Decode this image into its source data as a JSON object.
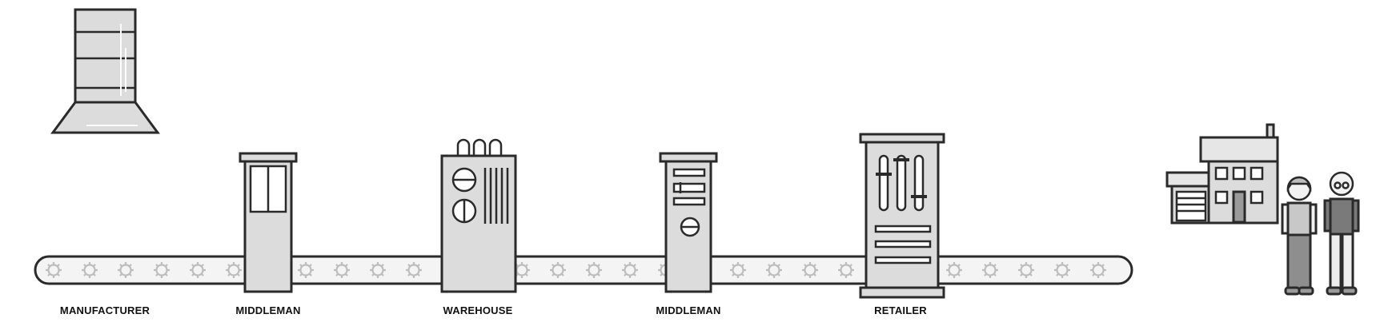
{
  "labels": {
    "manufacturer": "MANUFACTURER",
    "middleman_1": "MIDDLEMAN",
    "warehouse": "WAREHOUSE",
    "middleman_2": "MIDDLEMAN",
    "retailer": "RETAILER"
  },
  "colors": {
    "stroke": "#2a2a2a",
    "fill": "#dcdcdc",
    "gear": "#bdbdbd"
  },
  "icons": [
    "manufacturer-machine-icon",
    "middleman-cabinet-icon",
    "warehouse-machine-icon",
    "retailer-cabinet-icon",
    "house-icon",
    "couple-icon",
    "gear-icon"
  ]
}
